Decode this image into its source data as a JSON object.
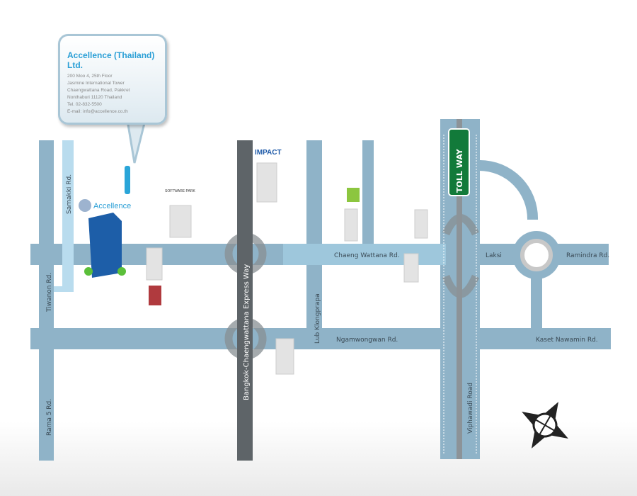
{
  "company": {
    "name": "Accellence (Thailand) Ltd.",
    "address": [
      "200 Moo 4, 25th Floor",
      "Jasmine International Tower",
      "Chaengwattana Road, Pakkret",
      "Nonthaburi 11120 Thailand",
      "Tel. 02-832-5500",
      "E-mail: info@accellence.co.th"
    ]
  },
  "roads": {
    "tiwanon": "Tiwanon Rd.",
    "samakki": "Samakki Rd.",
    "rama5": "Rama 5 Rd.",
    "expressway": "Bangkok-Chaengwattana Express Way",
    "lub": "Lub Klongprapa",
    "chaeng": "Chaeng Wattana Rd.",
    "ngam": "Ngamwongwan Rd.",
    "vibhavadi": "Viphawadi Road",
    "laksi": "Laksi",
    "ramindra": "Ramindra Rd.",
    "kaset": "Kaset Nawamin Rd."
  },
  "landmarks": {
    "accellence": "Accellence",
    "impact": "IMPACT",
    "software_park": "SOFTWARE PARK",
    "toll": "TOLL WAY"
  },
  "colors": {
    "road": "#8fb3c8",
    "expressway": "#5e6468",
    "sign": "#127a3a"
  }
}
